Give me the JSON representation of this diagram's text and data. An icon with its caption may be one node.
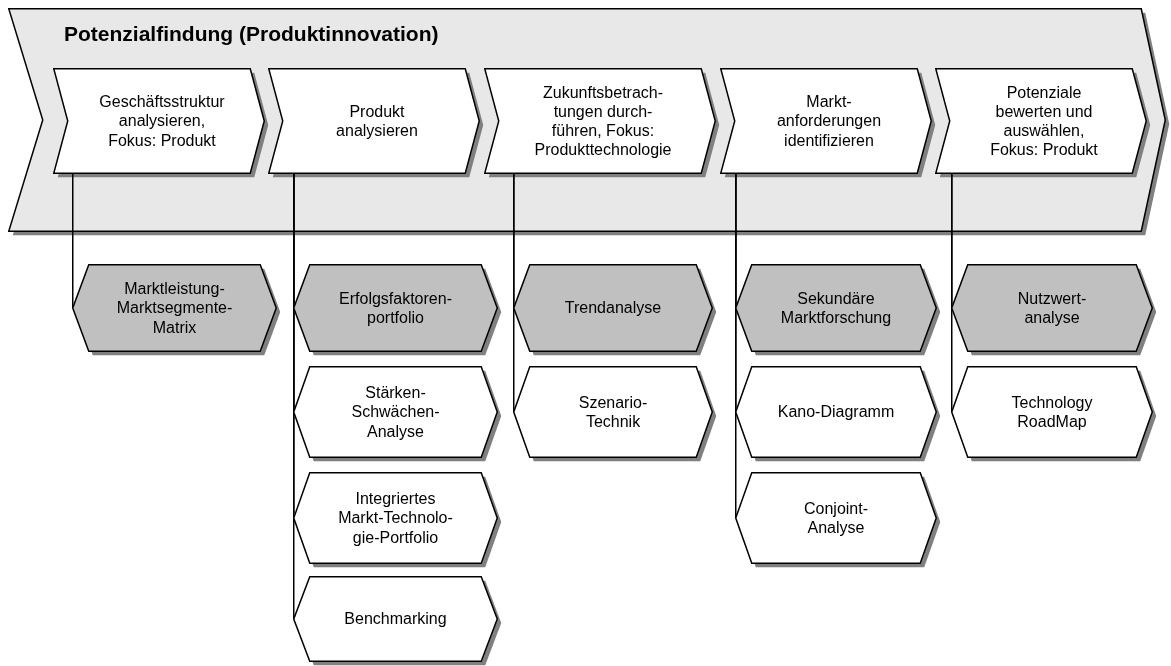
{
  "diagram": {
    "nodes": [
      {
        "text": [
          "Potenzialfindung (Produktinnovation)"
        ]
      },
      {
        "text": [
          "Geschäftsstruktur analysieren, Fokus: Produkt"
        ],
        "in": 0
      },
      {
        "text": [
          "Produkt analysieren"
        ],
        "in": 0
      },
      {
        "text": [
          "Zukunftsbetrach- tungen durch- führen, Fokus: Produkttechnologie"
        ],
        "in": 0
      },
      {
        "text": [
          "Markt- anforderungen identifizieren"
        ],
        "in": 0
      },
      {
        "text": [
          "Potenziale bewerten und auswählen, Fokus: Produkt"
        ],
        "in": 0
      },
      {
        "text": [
          "Marktleistung- Marktsegmente- Matrix"
        ]
      },
      {
        "text": [
          "Erfolgsfaktoren- portfolio"
        ]
      },
      {
        "text": [
          "Stärken- Schwächen- Analyse"
        ]
      },
      {
        "text": [
          "Integriertes Markt-Technolo- gie-Portfolio"
        ]
      },
      {
        "text": [
          "Benchmarking"
        ]
      },
      {
        "text": [
          "Trendanalyse"
        ]
      },
      {
        "text": [
          "Szenario- Technik"
        ]
      },
      {
        "text": [
          "Sekundäre Marktforschung"
        ]
      },
      {
        "text": [
          "Kano-Diagramm"
        ]
      },
      {
        "text": [
          "Conjoint- Analyse"
        ]
      },
      {
        "text": [
          "Nutzwert- analyse"
        ]
      },
      {
        "text": [
          "Technology RoadMap"
        ]
      }
    ],
    "edges": [
      {
        "from": 1,
        "to": 6,
        "arrow": "none"
      },
      {
        "from": 2,
        "to": 7,
        "arrow": "none"
      },
      {
        "from": 2,
        "to": 8,
        "arrow": "none"
      },
      {
        "from": 2,
        "to": 9,
        "arrow": "none"
      },
      {
        "from": 2,
        "to": 10,
        "arrow": "none"
      },
      {
        "from": 3,
        "to": 11,
        "arrow": "none"
      },
      {
        "from": 3,
        "to": 12,
        "arrow": "none"
      },
      {
        "from": 4,
        "to": 13,
        "arrow": "none"
      },
      {
        "from": 4,
        "to": 14,
        "arrow": "none"
      },
      {
        "from": 4,
        "to": 15,
        "arrow": "none"
      },
      {
        "from": 5,
        "to": 16,
        "arrow": "none"
      },
      {
        "from": 5,
        "to": 17,
        "arrow": "none"
      }
    ]
  }
}
